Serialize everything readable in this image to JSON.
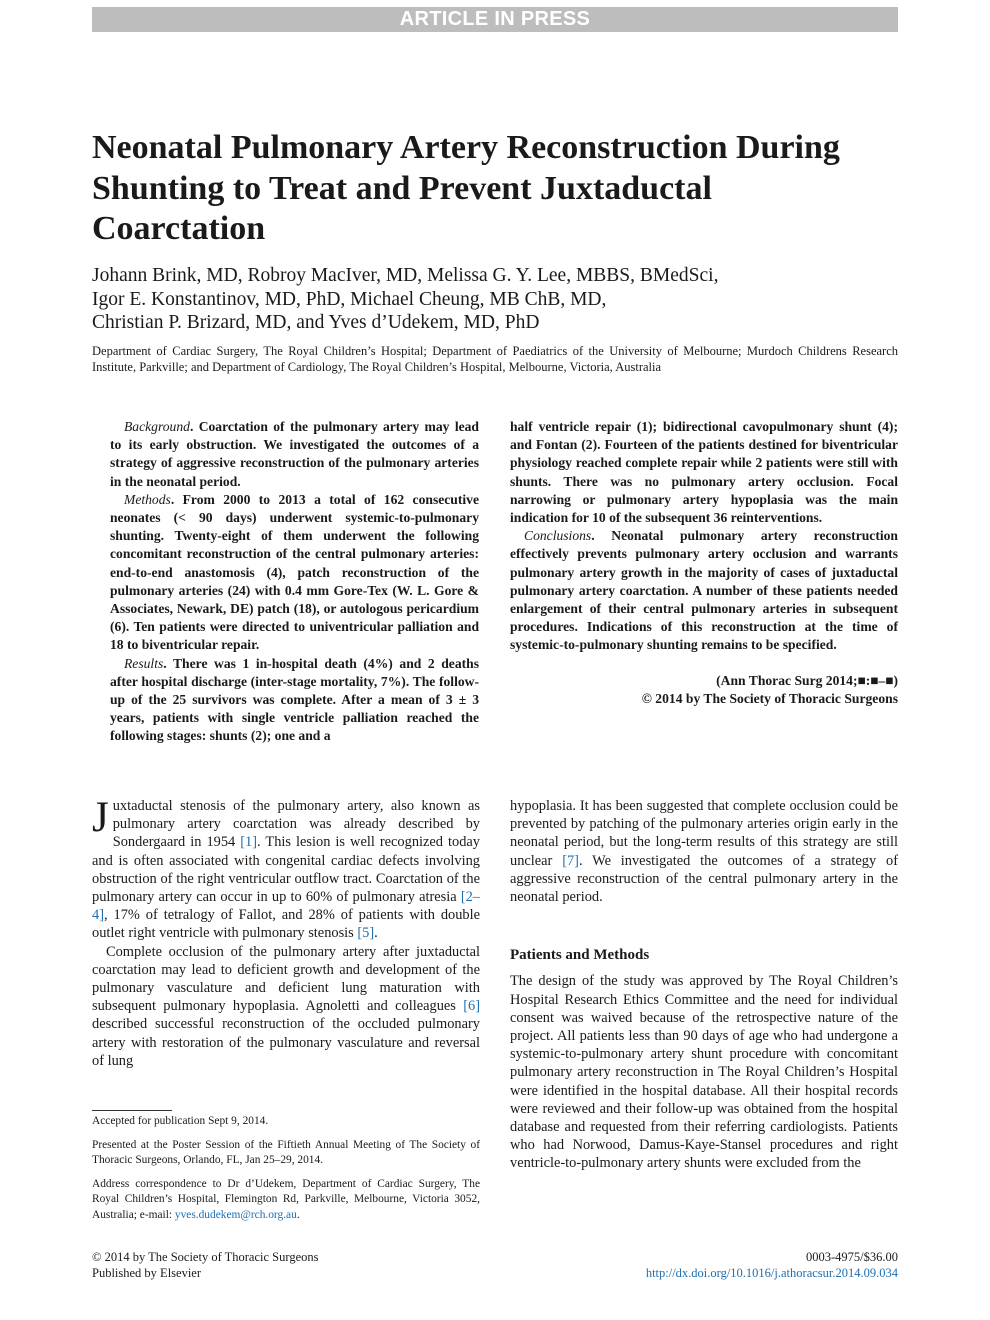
{
  "banner": "ARTICLE IN PRESS",
  "title_lines": [
    "Neonatal Pulmonary Artery Reconstruction During",
    "Shunting to Treat and Prevent Juxtaductal",
    "Coarctation"
  ],
  "author_lines": [
    "Johann Brink, MD, Robroy MacIver, MD, Melissa G. Y. Lee, MBBS, BMedSci,",
    "Igor E. Konstantinov, MD, PhD, Michael Cheung, MB ChB, MD,",
    "Christian P. Brizard, MD, and Yves d’Udekem, MD, PhD"
  ],
  "affiliation": "Department of Cardiac Surgery, The Royal Children’s Hospital; Department of Paediatrics of the University of Melbourne; Murdoch Childrens Research Institute, Parkville; and Department of Cardiology, The Royal Children’s Hospital, Melbourne, Victoria, Australia",
  "abstract": {
    "background_label": "Background",
    "background_text": ". Coarctation of the pulmonary artery may lead to its early obstruction. We investigated the outcomes of a strategy of aggressive reconstruction of the pulmonary arteries in the neonatal period.",
    "methods_label": "Methods",
    "methods_text": ". From 2000 to 2013 a total of 162 consecutive neonates (< 90 days) underwent systemic-to-pulmonary shunting. Twenty-eight of them underwent the following concomitant reconstruction of the central pulmonary arteries: end-to-end anastomosis (4), patch reconstruction of the pulmonary arteries (24) with 0.4 mm Gore-Tex (W. L. Gore & Associates, Newark, DE) patch (18), or autologous pericardium (6). Ten patients were directed to univentricular palliation and 18 to biventricular repair.",
    "results_label": "Results",
    "results_text": ". There was 1 in-hospital death (4%) and 2 deaths after hospital discharge (inter-stage mortality, 7%). The follow-up of the 25 survivors was complete. After a mean of 3 ± 3 years, patients with single ventricle palliation reached the following stages: shunts (2); one and a",
    "results_cont": "half ventricle repair (1); bidirectional cavopulmonary shunt (4); and Fontan (2). Fourteen of the patients destined for biventricular physiology reached complete repair while 2 patients were still with shunts. There was no pulmonary artery occlusion. Focal narrowing or pulmonary artery hypoplasia was the main indication for 10 of the subsequent 36 reinterventions.",
    "conclusions_label": "Conclusions",
    "conclusions_text": ". Neonatal pulmonary artery reconstruction effectively prevents pulmonary artery occlusion and warrants pulmonary artery growth in the majority of cases of juxtaductal pulmonary artery coarctation. A number of these patients needed enlargement of their central pulmonary arteries in subsequent procedures. Indications of this reconstruction at the time of systemic-to-pulmonary shunting remains to be specified.",
    "citation": "(Ann Thorac Surg 2014;■:■–■)",
    "copyright": "© 2014 by The Society of Thoracic Surgeons"
  },
  "intro": {
    "dropcap": "J",
    "p1_a": "uxtaductal stenosis of the pulmonary artery, also known as pulmonary artery coarctation was already described by Sondergaard in 1954 ",
    "ref1": "[1]",
    "p1_b": ". This lesion is well recognized today and is often associated with congenital cardiac defects involving obstruction of the right ventricular outflow tract. Coarctation of the pulmonary artery can occur in up to 60% of pulmonary atresia ",
    "ref2": "[2–4]",
    "p1_c": ", 17% of tetralogy of Fallot, and 28% of patients with double outlet right ventricle with pulmonary stenosis ",
    "ref3": "[5]",
    "p1_d": ".",
    "p2_a": "Complete occlusion of the pulmonary artery after juxtaductal coarctation may lead to deficient growth and development of the pulmonary vasculature and deficient lung maturation with subsequent pulmonary hypoplasia. Agnoletti and colleagues ",
    "ref4": "[6]",
    "p2_b": " described successful reconstruction of the occluded pulmonary artery with restoration of the pulmonary vasculature and reversal of lung",
    "p3_a": "hypoplasia. It has been suggested that complete occlusion could be prevented by patching of the pulmonary arteries origin early in the neonatal period, but the long-term results of this strategy are still unclear ",
    "ref5": "[7]",
    "p3_b": ". We investigated the outcomes of a strategy of aggressive reconstruction of the central pulmonary artery in the neonatal period."
  },
  "methods_section": {
    "heading": "Patients and Methods",
    "text": "The design of the study was approved by The Royal Children’s Hospital Research Ethics Committee and the need for individual consent was waived because of the retrospective nature of the project. All patients less than 90 days of age who had undergone a systemic-to-pulmonary artery shunt procedure with concomitant pulmonary artery reconstruction in The Royal Children’s Hospital were identified in the hospital database. All their hospital records were reviewed and their follow-up was obtained from the hospital database and requested from their referring cardiologists. Patients who had Norwood, Damus-Kaye-Stansel procedures and right ventricle-to-pulmonary artery shunts were excluded from the"
  },
  "footnotes": {
    "accepted": "Accepted for publication Sept 9, 2014.",
    "presented": "Presented at the Poster Session of the Fiftieth Annual Meeting of The Society of Thoracic Surgeons, Orlando, FL, Jan 25–29, 2014.",
    "address": "Address correspondence to Dr d’Udekem, Department of Cardiac Surgery, The Royal Children’s Hospital, Flemington Rd, Parkville, Melbourne, Victoria 3052, Australia; e-mail: ",
    "email": "yves.dudekem@rch.org.au",
    "address_end": "."
  },
  "footer": {
    "copyright": "© 2014 by The Society of Thoracic Surgeons",
    "publisher": "Published by Elsevier",
    "issn": "0003-4975/$36.00",
    "doi": "http://dx.doi.org/10.1016/j.athoracsur.2014.09.034"
  }
}
